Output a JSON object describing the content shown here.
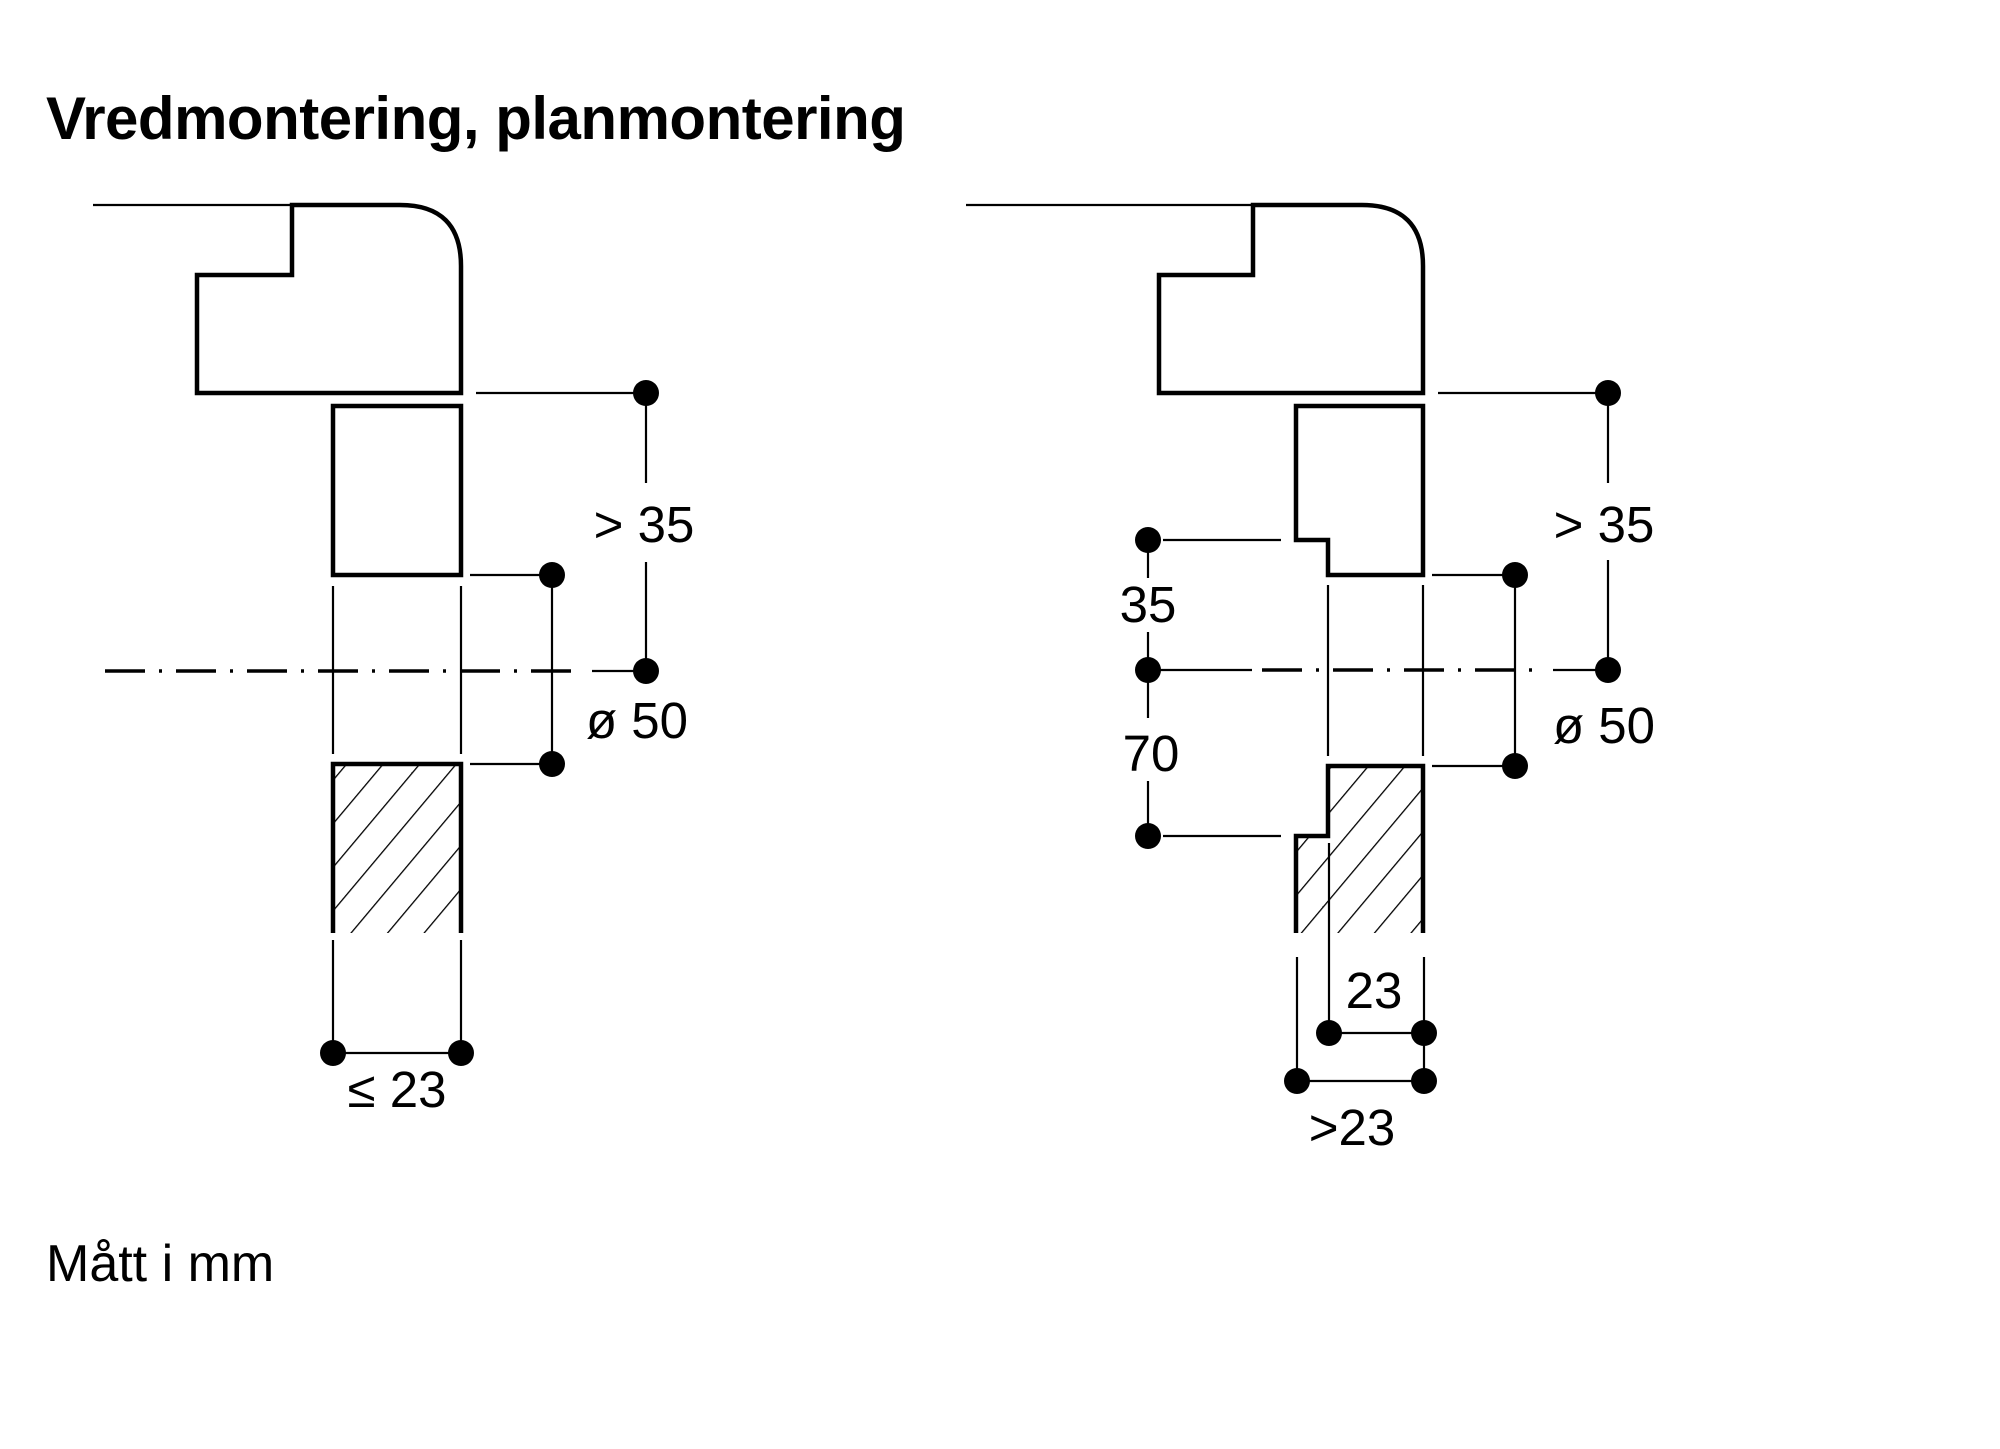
{
  "title": "Vredmontering, planmontering",
  "units_note": "Mått i mm",
  "diagrams": {
    "left": {
      "dim_top": "> 35",
      "dim_diameter": "ø 50",
      "dim_thickness": "≤ 23"
    },
    "right": {
      "dim_top": "> 35",
      "dim_diameter": "ø 50",
      "dim_rebate_upper": "35",
      "dim_rebate_lower": "70",
      "dim_inner": "23",
      "dim_outer": ">23"
    }
  },
  "colors": {
    "ink": "#000000",
    "background": "#ffffff"
  }
}
